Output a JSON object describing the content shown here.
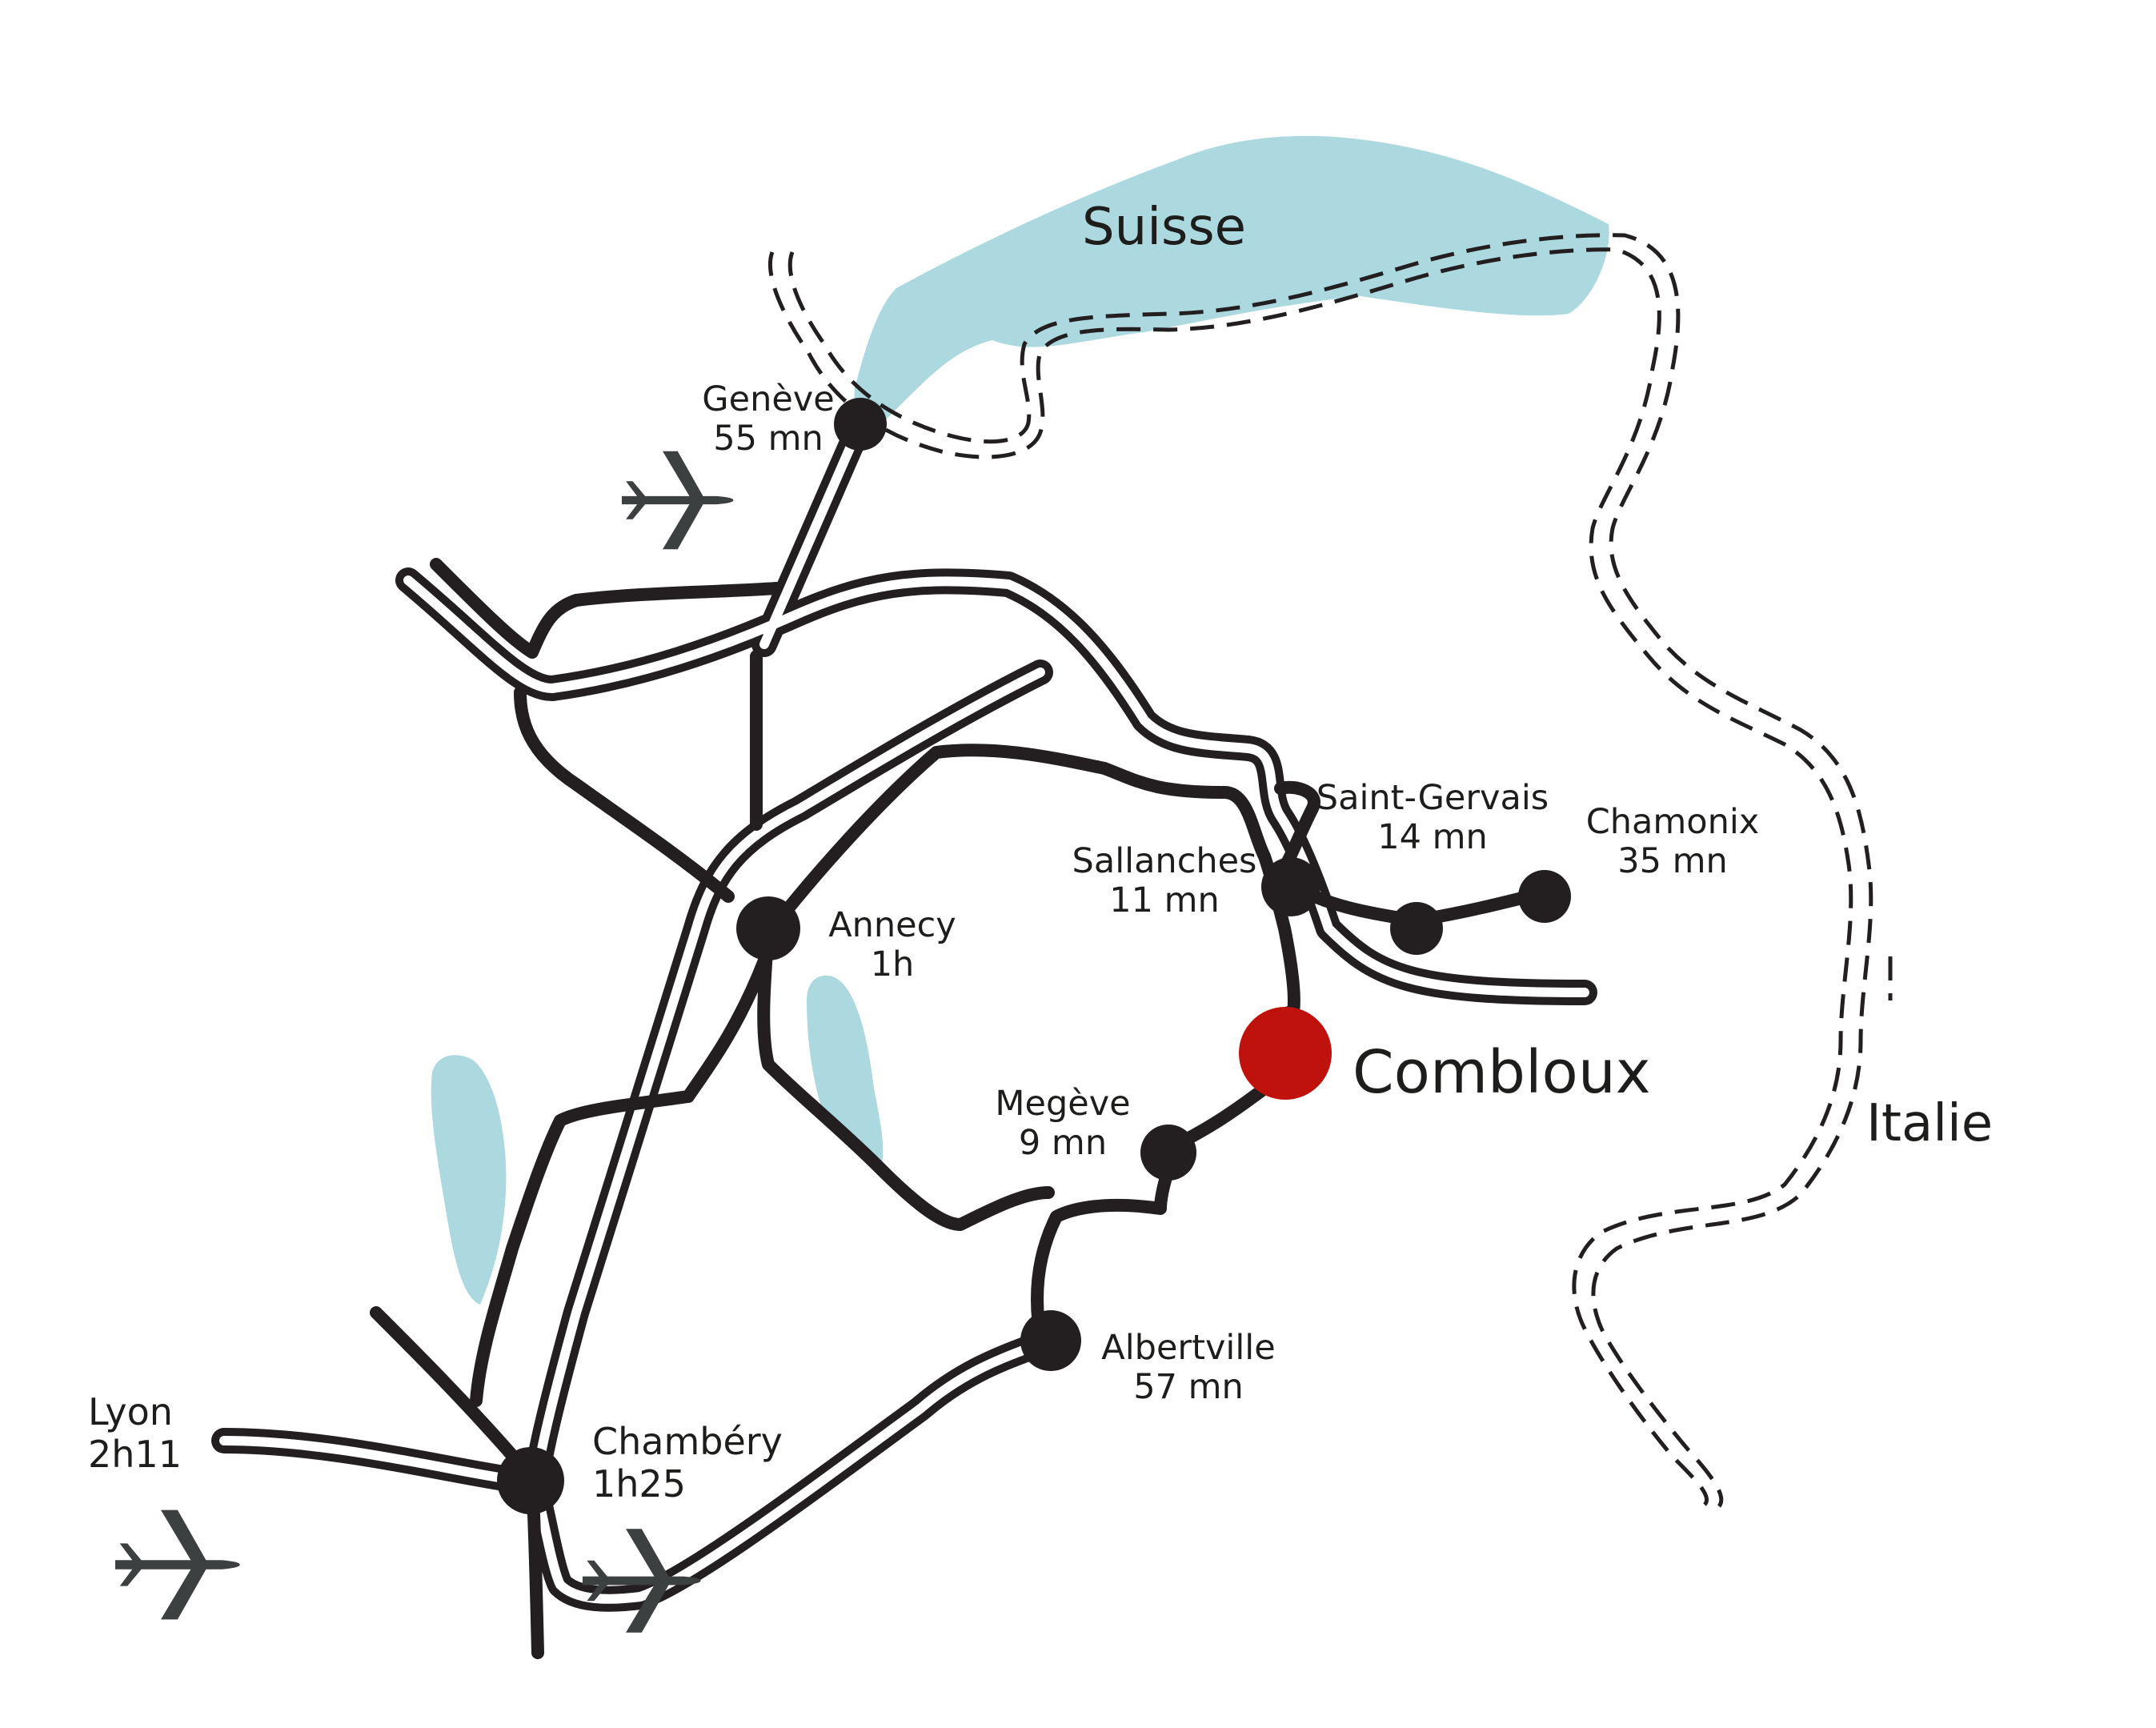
{
  "colors": {
    "road": "#231f20",
    "water": "#abd9df",
    "destination": "#c0120c",
    "plane": "#3c4040",
    "text": "#1d1d1b"
  },
  "countries": {
    "suisse": "Suisse",
    "italie": "Italie"
  },
  "destination": {
    "name": "Combloux"
  },
  "cities": {
    "geneve": {
      "name": "Genève",
      "time": "55 mn"
    },
    "annecy": {
      "name": "Annecy",
      "time": "1h"
    },
    "sallanches": {
      "name": "Sallanches",
      "time": "11 mn"
    },
    "saintgervais": {
      "name": "Saint-Gervais",
      "time": "14 mn"
    },
    "chamonix": {
      "name": "Chamonix",
      "time": "35 mn"
    },
    "megeve": {
      "name": "Megève",
      "time": "9 mn"
    },
    "albertville": {
      "name": "Albertville",
      "time": "57 mn"
    },
    "chambery": {
      "name": "Chambéry",
      "time": "1h25"
    },
    "lyon": {
      "name": "Lyon",
      "time": "2h11"
    }
  },
  "icons": [
    "airplane-icon"
  ]
}
